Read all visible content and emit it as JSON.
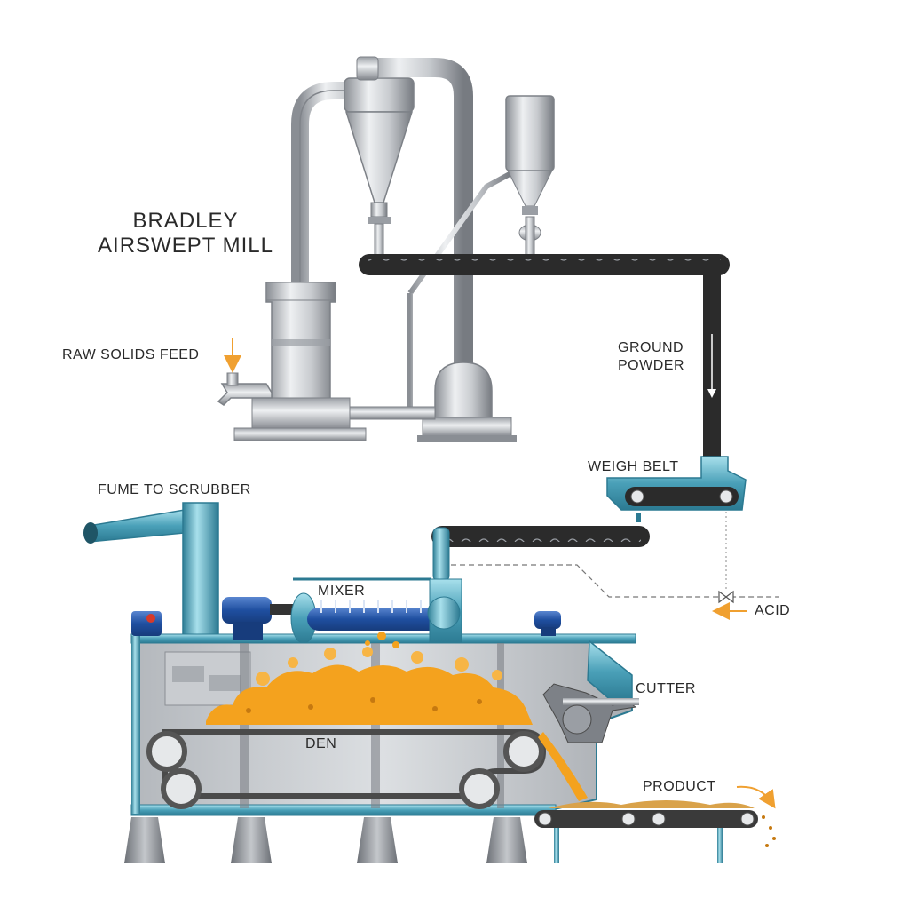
{
  "labels": {
    "mill_title_line1": "BRADLEY",
    "mill_title_line2": "AIRSWEPT MILL",
    "raw_feed": "RAW SOLIDS FEED",
    "ground_line1": "GROUND",
    "ground_line2": "POWDER",
    "weigh_belt": "WEIGH BELT",
    "fume": "FUME TO SCRUBBER",
    "mixer": "MIXER",
    "acid": "ACID",
    "cutter": "CUTTER",
    "den": "DEN",
    "product": "PRODUCT"
  },
  "colors": {
    "steel_light": "#e6e8ea",
    "steel_mid": "#b9bcc0",
    "steel_dark": "#7d8187",
    "teal": "#3b90a8",
    "teal_light": "#8fd0e0",
    "conveyor": "#2b2b2b",
    "motor_blue": "#1f4fa0",
    "material_orange": "#f4a21e",
    "arrow_orange": "#f0a030"
  }
}
